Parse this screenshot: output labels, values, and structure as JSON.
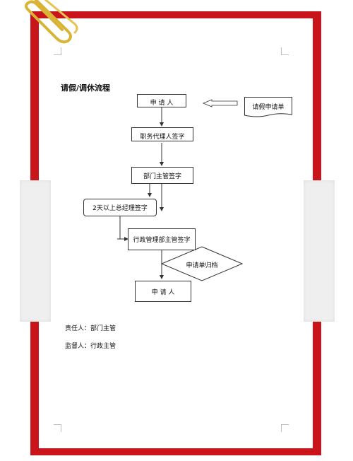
{
  "title": "请假/调休流程",
  "nodes": {
    "applicant_top": "申 请 人",
    "leave_form": "请假申请单",
    "deputy_sign": "职务代理人签字",
    "dept_head_sign": "部门主管签字",
    "gm_sign": "2天以上总经理签字",
    "admin_head_sign": "行政管理部主管签字",
    "file_form": "申请单归档",
    "applicant_bottom": "申 请 人"
  },
  "footer": {
    "responsible": "责任人：部门主管",
    "supervisor": "监督人：行政主管"
  },
  "colors": {
    "frame": "#c8141a",
    "line": "#333333"
  }
}
